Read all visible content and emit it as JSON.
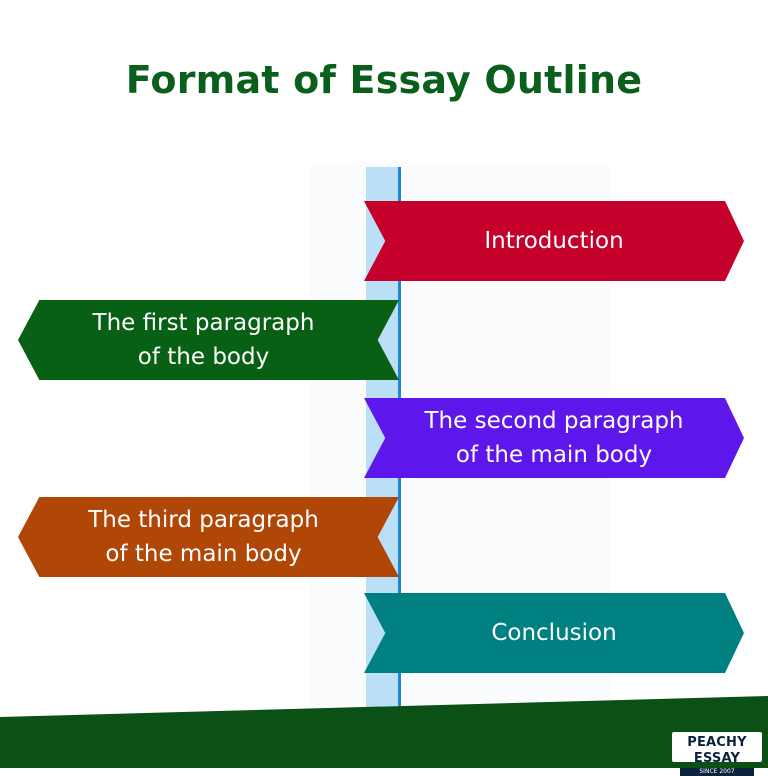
{
  "title": "Format of Essay Outline",
  "signs": [
    {
      "label": "Introduction",
      "direction": "right",
      "color": "#c4002b"
    },
    {
      "label": "The first paragraph\nof the body",
      "direction": "left",
      "color": "#086014"
    },
    {
      "label": "The second paragraph\nof the main body",
      "direction": "right",
      "color": "#5e17ea"
    },
    {
      "label": "The third paragraph\nof the main body",
      "direction": "left",
      "color": "#b04707"
    },
    {
      "label": "Conclusion",
      "direction": "right",
      "color": "#008080"
    }
  ],
  "colors": {
    "title": "#0b5f1d",
    "pole": "#bcdff8",
    "pole_line": "#1f86d3",
    "ground": "#0b5014"
  },
  "logo": {
    "name": "PEACHY ESSAY",
    "since": "SINCE 2007"
  }
}
